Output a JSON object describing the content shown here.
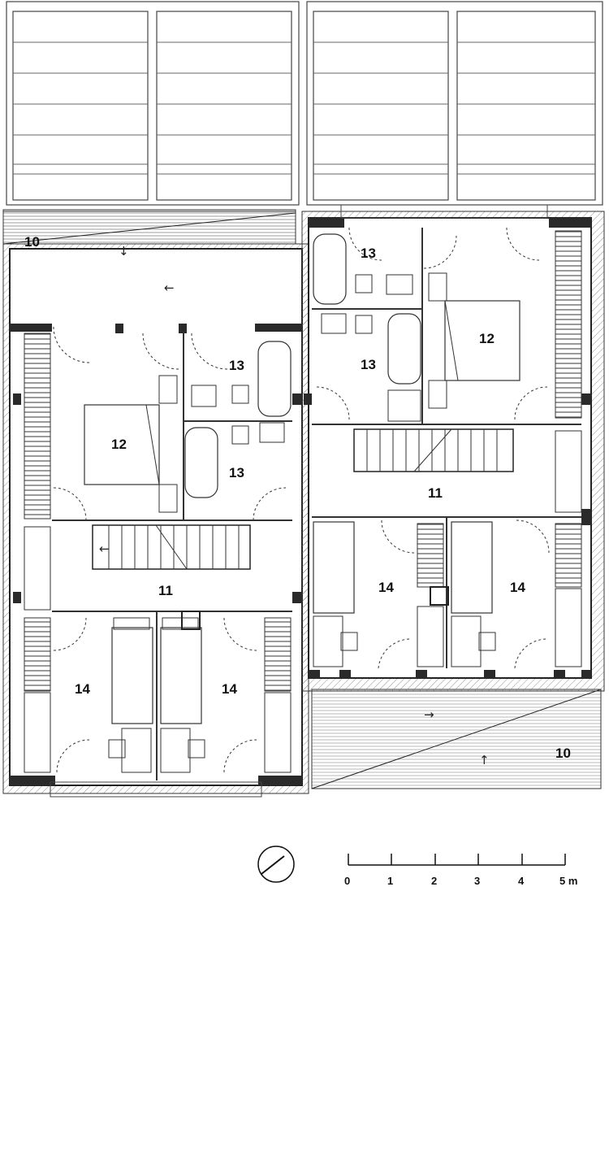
{
  "rooms": {
    "terrace_left": "10",
    "terrace_right": "10",
    "master_left": "12",
    "master_right": "12",
    "bath_left_top": "13",
    "bath_left_bottom": "13",
    "bath_right_top": "13",
    "bath_right_bottom": "13",
    "hall_left": "11",
    "hall_right": "11",
    "kid_left_a": "14",
    "kid_left_b": "14",
    "kid_right_a": "14",
    "kid_right_b": "14"
  },
  "arrows": {
    "terrace_left_down": "↓",
    "terrace_left_left": "←",
    "terrace_right_right": "→",
    "terrace_right_up": "↑",
    "stair_left": "←"
  },
  "scale_bar": {
    "ticks": [
      "0",
      "1",
      "2",
      "3",
      "4",
      "5 m"
    ]
  },
  "north_arrow": {
    "icon": "north-arrow-icon"
  }
}
